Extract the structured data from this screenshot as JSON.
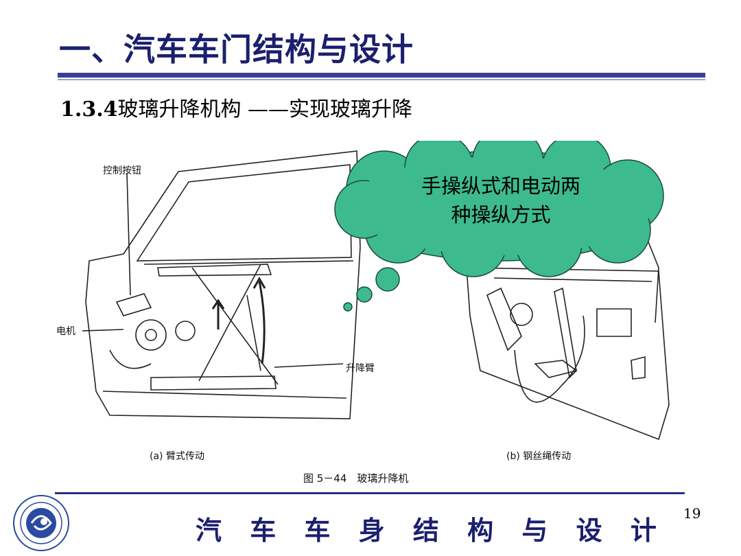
{
  "slide": {
    "title": "一、汽车车门结构与设计",
    "subtitle_number": "1.3.4",
    "subtitle_text": "玻璃升降机构 ——实现玻璃升降",
    "page_number": "19",
    "footer": "汽 车 车 身 结 构 与 设 计"
  },
  "cloud": {
    "line1": "手操纵式和电动两",
    "line2": "种操纵方式",
    "fill": "#3dbb8e"
  },
  "figure": {
    "label_button": "控制按钮",
    "label_motor": "电机",
    "label_arm": "升降臂",
    "caption_a": "(a) 臂式传动",
    "caption_b": "(b) 钢丝绳传动",
    "caption_main": "图 5－44　玻璃升降机"
  },
  "colors": {
    "title": "#1b1f6e",
    "rule": "#3a3f93",
    "logo": "#2b4aa0"
  }
}
